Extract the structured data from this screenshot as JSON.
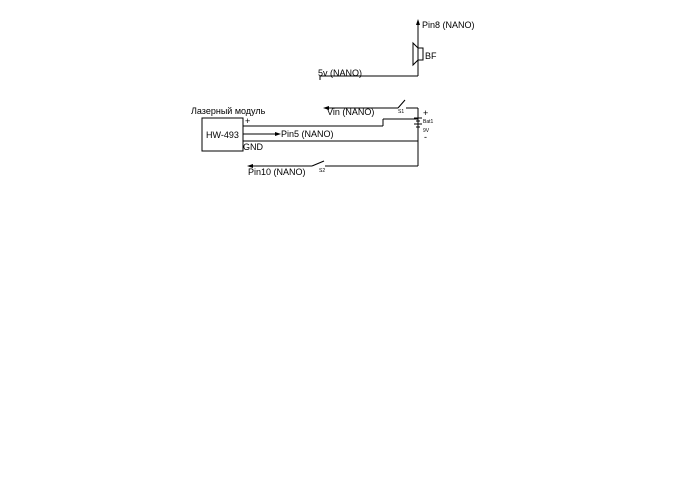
{
  "labels": {
    "pin8": "Pin8 (NANO)",
    "bf": "BF",
    "five_v": "5v (NANO)",
    "vin": "Vin (NANO)",
    "s1": "S1",
    "plus_bat": "+",
    "bat1": "Bat1",
    "nine_v": "9V",
    "minus_bat": "-",
    "laser_module": "Лазерный модуль",
    "module_plus": "+",
    "hw493": "HW-493",
    "pin5": "Pin5 (NANO)",
    "gnd": "GND",
    "pin10": "Pin10  (NANO)",
    "s2": "S2"
  }
}
